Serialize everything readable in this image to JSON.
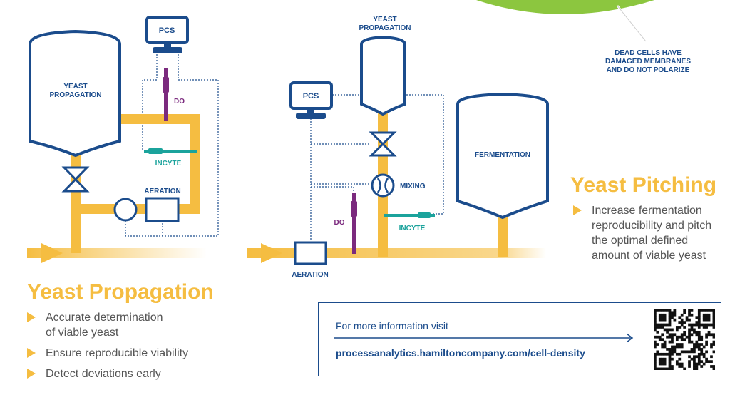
{
  "propagation_diagram": {
    "tank_label": [
      "YEAST",
      "PROPAGATION"
    ],
    "pcs": "PCS",
    "do": "DO",
    "incyte": "INCYTE",
    "aeration": "AERATION"
  },
  "pitching_diagram": {
    "tank_label": [
      "YEAST",
      "PROPAGATION"
    ],
    "pcs": "PCS",
    "mixing": "MIXING",
    "do": "DO",
    "incyte": "INCYTE",
    "aeration": "AERATION",
    "fermentation": "FERMENTATION"
  },
  "dead_cells_note": [
    "DEAD CELLS HAVE",
    "DAMAGED MEMBRANES",
    "AND DO NOT POLARIZE"
  ],
  "yeast_propagation": {
    "title": "Yeast Propagation",
    "bullets": [
      "Accurate determination\nof viable yeast",
      "Ensure reproducible viability",
      "Detect deviations early"
    ]
  },
  "yeast_pitching": {
    "title": "Yeast Pitching",
    "bullets": [
      "Increase fermentation\nreproducibility and pitch\nthe optimal defined\namount of viable yeast"
    ]
  },
  "info_box": {
    "text": "For more information visit",
    "url": "processanalytics.hamiltoncompany.com/cell-density"
  },
  "colors": {
    "navy": "#1B4C8C",
    "yellow": "#F5BD41",
    "purple": "#7B2A7E",
    "teal": "#1BA39C",
    "green": "#8CC63F"
  }
}
